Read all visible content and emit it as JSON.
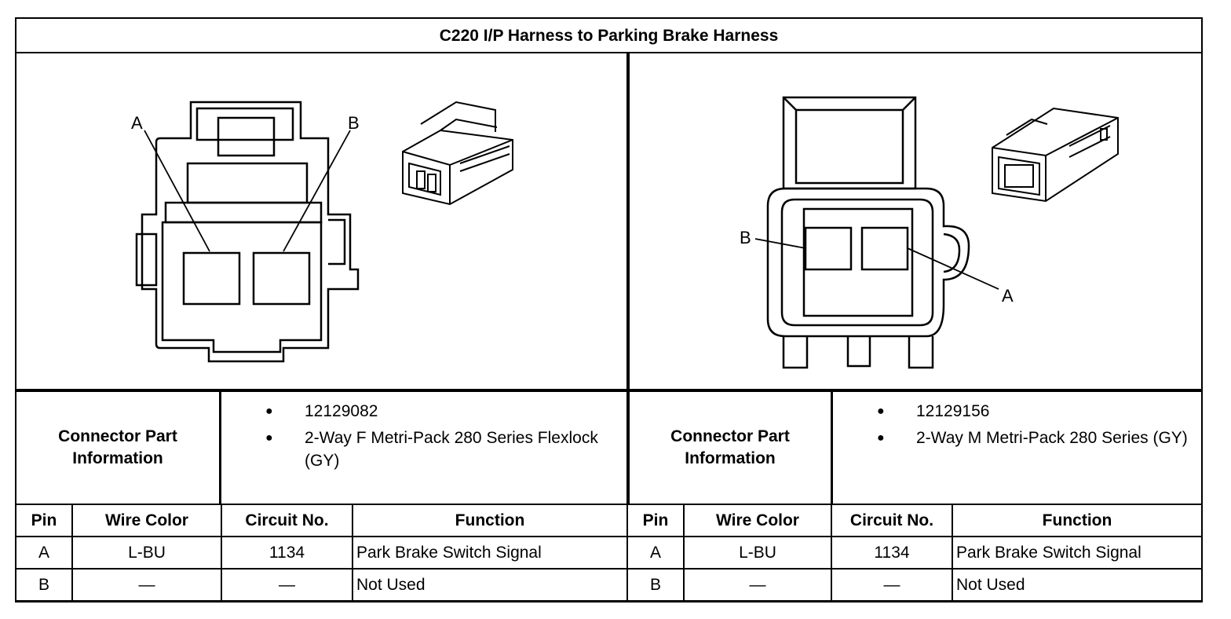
{
  "title": "C220 I/P Harness to Parking Brake Harness",
  "left": {
    "pin_labels": [
      "A",
      "B"
    ],
    "connector_label": "Connector Part Information",
    "part_info": [
      "12129082",
      "2-Way F Metri-Pack 280 Series Flexlock (GY)"
    ],
    "table": {
      "headers": [
        "Pin",
        "Wire Color",
        "Circuit No.",
        "Function"
      ],
      "rows": [
        [
          "A",
          "L-BU",
          "1134",
          "Park Brake Switch Signal"
        ],
        [
          "B",
          "—",
          "—",
          "Not Used"
        ]
      ]
    }
  },
  "right": {
    "pin_labels": [
      "B",
      "A"
    ],
    "connector_label": "Connector Part Information",
    "part_info": [
      "12129156",
      "2-Way M Metri-Pack 280 Series (GY)"
    ],
    "table": {
      "headers": [
        "Pin",
        "Wire Color",
        "Circuit No.",
        "Function"
      ],
      "rows": [
        [
          "A",
          "L-BU",
          "1134",
          "Park Brake Switch Signal"
        ],
        [
          "B",
          "—",
          "—",
          "Not Used"
        ]
      ]
    }
  }
}
